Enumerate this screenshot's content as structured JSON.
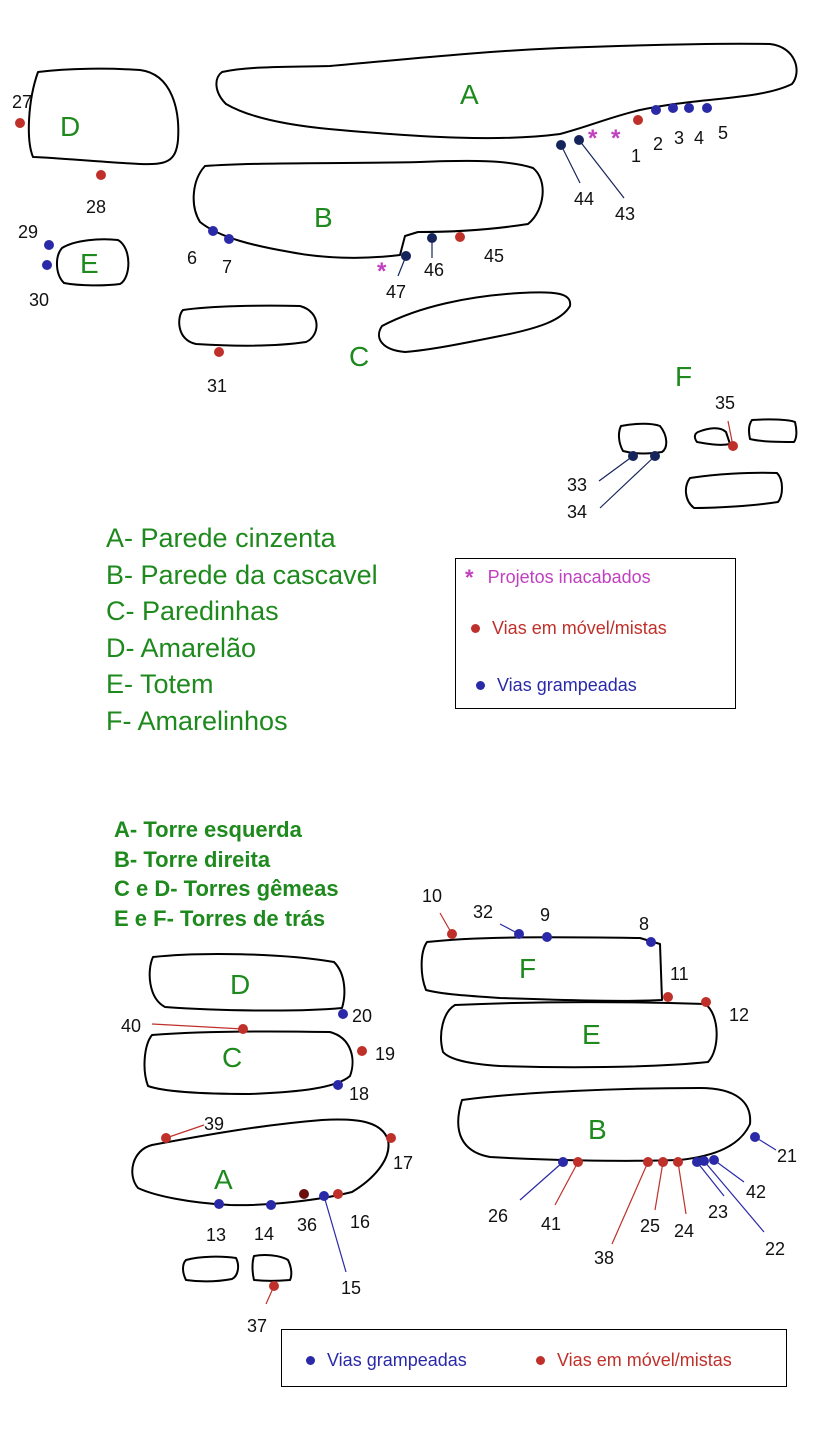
{
  "colors": {
    "stroke": "#000000",
    "label_green": "#1e8a1e",
    "red": "#c0302a",
    "blue": "#2a2aa8",
    "navy": "#16245c",
    "maroon": "#6a0e0e",
    "magenta": "#c040c0"
  },
  "rock_labels": {
    "upper": [
      {
        "id": "upper-A",
        "text": "A"
      },
      {
        "id": "upper-B",
        "text": "B"
      },
      {
        "id": "upper-C",
        "text": "C"
      },
      {
        "id": "upper-D",
        "text": "D"
      },
      {
        "id": "upper-E",
        "text": "E"
      },
      {
        "id": "upper-F",
        "text": "F"
      }
    ],
    "lower": [
      {
        "id": "lower-A",
        "text": "A"
      },
      {
        "id": "lower-B",
        "text": "B"
      },
      {
        "id": "lower-C",
        "text": "C"
      },
      {
        "id": "lower-D",
        "text": "D"
      },
      {
        "id": "lower-E",
        "text": "E"
      },
      {
        "id": "lower-F",
        "text": "F"
      }
    ]
  },
  "routes": [
    {
      "id": "1",
      "label": "1",
      "type": "red"
    },
    {
      "id": "2",
      "label": "2",
      "type": "blue"
    },
    {
      "id": "3",
      "label": "3",
      "type": "blue"
    },
    {
      "id": "4",
      "label": "4",
      "type": "blue"
    },
    {
      "id": "5",
      "label": "5",
      "type": "blue"
    },
    {
      "id": "43",
      "label": "43",
      "type": "navy"
    },
    {
      "id": "44",
      "label": "44",
      "type": "navy"
    },
    {
      "id": "45",
      "label": "45",
      "type": "red"
    },
    {
      "id": "46",
      "label": "46",
      "type": "navy"
    },
    {
      "id": "47",
      "label": "47",
      "type": "navy"
    },
    {
      "id": "6",
      "label": "6",
      "type": "blue"
    },
    {
      "id": "7",
      "label": "7",
      "type": "blue"
    },
    {
      "id": "27",
      "label": "27",
      "type": "red"
    },
    {
      "id": "28",
      "label": "28",
      "type": "red"
    },
    {
      "id": "29",
      "label": "29",
      "type": "blue"
    },
    {
      "id": "30",
      "label": "30",
      "type": "blue"
    },
    {
      "id": "31",
      "label": "31",
      "type": "red"
    },
    {
      "id": "33",
      "label": "33",
      "type": "navy"
    },
    {
      "id": "34",
      "label": "34",
      "type": "navy"
    },
    {
      "id": "35",
      "label": "35",
      "type": "red"
    },
    {
      "id": "10",
      "label": "10",
      "type": "red"
    },
    {
      "id": "32",
      "label": "32",
      "type": "blue"
    },
    {
      "id": "9",
      "label": "9",
      "type": "blue"
    },
    {
      "id": "8",
      "label": "8",
      "type": "blue"
    },
    {
      "id": "11",
      "label": "11",
      "type": "red"
    },
    {
      "id": "12",
      "label": "12",
      "type": "red"
    },
    {
      "id": "20",
      "label": "20",
      "type": "blue"
    },
    {
      "id": "40",
      "label": "40",
      "type": "red"
    },
    {
      "id": "19",
      "label": "19",
      "type": "red"
    },
    {
      "id": "18",
      "label": "18",
      "type": "blue"
    },
    {
      "id": "39",
      "label": "39",
      "type": "red"
    },
    {
      "id": "17",
      "label": "17",
      "type": "red"
    },
    {
      "id": "13",
      "label": "13",
      "type": "blue"
    },
    {
      "id": "14",
      "label": "14",
      "type": "blue"
    },
    {
      "id": "36",
      "label": "36",
      "type": "maroon"
    },
    {
      "id": "15",
      "label": "15",
      "type": "blue"
    },
    {
      "id": "16",
      "label": "16",
      "type": "red"
    },
    {
      "id": "37",
      "label": "37",
      "type": "red"
    },
    {
      "id": "21",
      "label": "21",
      "type": "blue"
    },
    {
      "id": "26",
      "label": "26",
      "type": "blue"
    },
    {
      "id": "41",
      "label": "41",
      "type": "red"
    },
    {
      "id": "38",
      "label": "38",
      "type": "red"
    },
    {
      "id": "25",
      "label": "25",
      "type": "red"
    },
    {
      "id": "24",
      "label": "24",
      "type": "red"
    },
    {
      "id": "23",
      "label": "23",
      "type": "blue"
    },
    {
      "id": "22",
      "label": "22",
      "type": "blue"
    },
    {
      "id": "42",
      "label": "42",
      "type": "blue"
    }
  ],
  "unfinished_markers": [
    {
      "id": "star-a1",
      "text": "*"
    },
    {
      "id": "star-a2",
      "text": "*"
    },
    {
      "id": "star-b",
      "text": "*"
    }
  ],
  "key_upper": [
    "A- Parede cinzenta",
    "B- Parede da cascavel",
    "C- Paredinhas",
    "D- Amarelão",
    "E- Totem",
    "F- Amarelinhos"
  ],
  "key_lower": [
    "A- Torre esquerda",
    "B- Torre direita",
    "C e D- Torres gêmeas",
    "E e F- Torres de trás"
  ],
  "legend_upper": {
    "unfinished_symbol": "*",
    "unfinished": "Projetos inacabados",
    "trad": "Vias em móvel/mistas",
    "bolted": "Vias grampeadas"
  },
  "legend_lower": {
    "bolted": "Vias grampeadas",
    "trad": "Vias em móvel/mistas"
  }
}
